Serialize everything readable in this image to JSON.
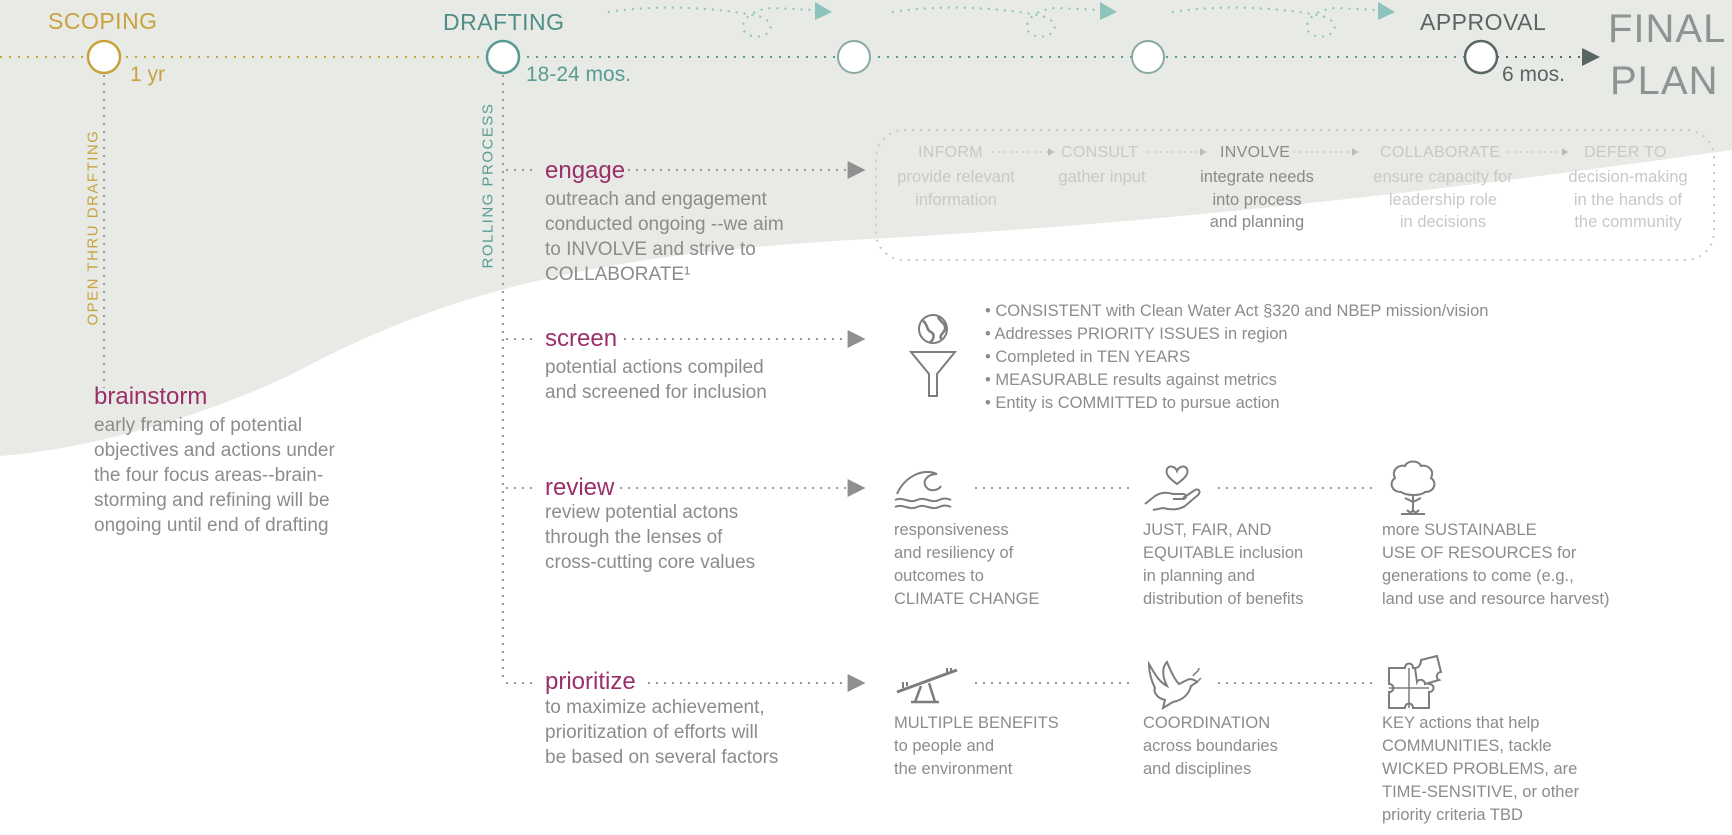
{
  "timeline": {
    "phases": {
      "scoping": "SCOPING",
      "drafting": "DRAFTING",
      "approval": "APPROVAL",
      "final_line1": "FINAL",
      "final_line2": "PLAN"
    },
    "durations": {
      "scoping": "1 yr",
      "drafting": "18-24 mos.",
      "approval": "6 mos."
    },
    "side_labels": {
      "open": "OPEN THRU DRAFTING",
      "rolling": "ROLLING PROCESS"
    },
    "colors": {
      "scoping": "#c9a23f",
      "drafting": "#5a9b94",
      "approval": "#5a6664",
      "section_title": "#9a2f6a",
      "band": "#e8eae6"
    }
  },
  "brainstorm": {
    "title": "brainstorm",
    "lines": [
      "early framing of potential",
      "objectives and actions under",
      "the four focus areas--brain-",
      "storming and refining will be",
      "ongoing until end of drafting"
    ]
  },
  "engage": {
    "title": "engage",
    "lines": [
      "outreach and engagement",
      "conducted ongoing --we aim",
      "to INVOLVE and strive to",
      "COLLABORATE¹"
    ],
    "spectrum": [
      {
        "head": "INFORM",
        "desc": [
          "provide relevant",
          "information"
        ]
      },
      {
        "head": "CONSULT",
        "desc": [
          "gather input"
        ]
      },
      {
        "head": "INVOLVE",
        "desc": [
          "integrate needs",
          "into process",
          "and planning"
        ]
      },
      {
        "head": "COLLABORATE",
        "desc": [
          "ensure capacity for",
          "leadership role",
          "in decisions"
        ]
      },
      {
        "head": "DEFER TO",
        "desc": [
          "decision-making",
          "in the  hands  of",
          "the community"
        ]
      }
    ]
  },
  "screen": {
    "title": "screen",
    "lines": [
      "potential actions compiled",
      "and screened for inclusion"
    ],
    "criteria": [
      "• CONSISTENT with Clean Water Act §320 and NBEP mission/vision",
      "• Addresses PRIORITY ISSUES in region",
      "• Completed in TEN YEARS",
      "• MEASURABLE results against metrics",
      "• Entity is COMMITTED to pursue action"
    ]
  },
  "review": {
    "title": "review",
    "lines": [
      "review potential actons",
      "through the lenses of",
      "cross-cutting core values"
    ],
    "values": [
      {
        "icon": "wave-icon",
        "lines": [
          "responsiveness",
          "and resiliency  of",
          "outcomes to",
          "CLIMATE CHANGE"
        ]
      },
      {
        "icon": "heart-hand-icon",
        "lines": [
          "JUST, FAIR, AND",
          "EQUITABLE inclusion",
          "in planning and",
          "distribution of benefits"
        ]
      },
      {
        "icon": "tree-icon",
        "lines": [
          "more SUSTAINABLE",
          "USE OF RESOURCES for",
          "generations to come (e.g.,",
          "land use and resource harvest)"
        ]
      }
    ]
  },
  "prioritize": {
    "title": "prioritize",
    "lines": [
      "to maximize achievement,",
      "prioritization of  efforts will",
      "be based on several factors"
    ],
    "factors": [
      {
        "icon": "seesaw-icon",
        "lines": [
          "MULTIPLE BENEFITS",
          "to people and",
          "the environment"
        ]
      },
      {
        "icon": "dove-icon",
        "lines": [
          "COORDINATION",
          "across boundaries",
          "and disciplines"
        ]
      },
      {
        "icon": "puzzle-icon",
        "lines": [
          "KEY actions that help",
          "COMMUNITIES,  tackle",
          "WICKED PROBLEMS, are",
          "TIME-SENSITIVE, or other",
          "priority criteria TBD"
        ]
      }
    ]
  }
}
